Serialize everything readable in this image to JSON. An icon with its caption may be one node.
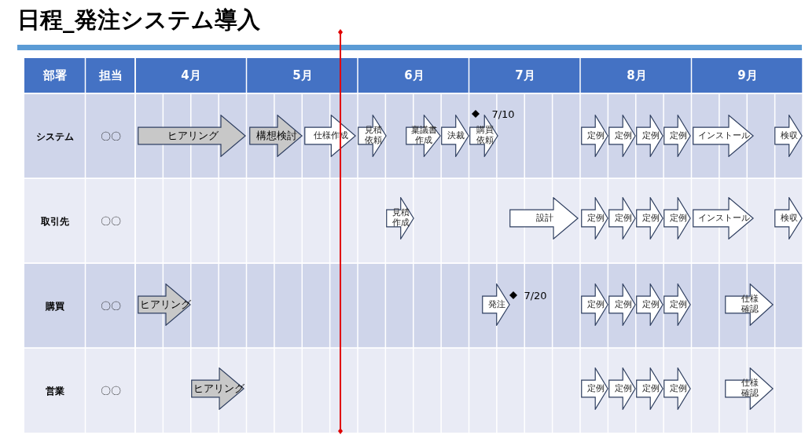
{
  "diagram": {
    "title": "日程_発注システム導入",
    "nodes": [
      {
        "text": [
          "ヒアリング"
        ]
      },
      {
        "text": [
          "構想検討"
        ]
      },
      {
        "text": [
          "仕様作成"
        ]
      },
      {
        "text": [
          "見積依頼"
        ]
      },
      {
        "text": [
          "稟議書作成"
        ]
      },
      {
        "text": [
          "決裁"
        ]
      },
      {
        "text": [
          "購買依頼"
        ]
      },
      {
        "text": [
          "定例"
        ]
      },
      {
        "text": [
          "定例"
        ]
      },
      {
        "text": [
          "定例"
        ]
      },
      {
        "text": [
          "定例"
        ]
      },
      {
        "text": [
          "インストール"
        ]
      },
      {
        "text": [
          "検収"
        ]
      },
      {
        "text": [
          "見積作成"
        ]
      },
      {
        "text": [
          "設計"
        ]
      },
      {
        "text": [
          "定例"
        ]
      },
      {
        "text": [
          "定例"
        ]
      },
      {
        "text": [
          "定例"
        ]
      },
      {
        "text": [
          "定例"
        ]
      },
      {
        "text": [
          "インストール"
        ]
      },
      {
        "text": [
          "検収"
        ]
      },
      {
        "text": [
          "ヒアリング"
        ]
      },
      {
        "text": [
          "発注"
        ]
      },
      {
        "text": [
          "定例"
        ]
      },
      {
        "text": [
          "定例"
        ]
      },
      {
        "text": [
          "定例"
        ]
      },
      {
        "text": [
          "定例"
        ]
      },
      {
        "text": [
          "仕様確認"
        ]
      },
      {
        "text": [
          "ヒアリング"
        ]
      },
      {
        "text": [
          "定例"
        ]
      },
      {
        "text": [
          "定例"
        ]
      },
      {
        "text": [
          "定例"
        ]
      },
      {
        "text": [
          "定例"
        ]
      },
      {
        "text": [
          "仕様確認"
        ]
      }
    ],
    "labels": [
      "部署",
      "担当",
      "4月",
      "5月",
      "6月",
      "7月",
      "8月",
      "9月",
      "システム",
      "〇〇",
      "7/10",
      "取引先",
      "〇〇",
      "購買",
      "〇〇",
      "7/20",
      "営業",
      "〇〇"
    ]
  }
}
